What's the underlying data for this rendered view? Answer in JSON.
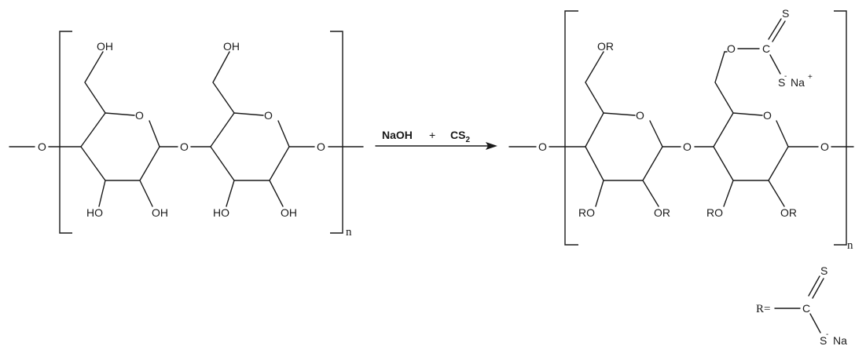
{
  "reactant": {
    "ring_o": "O",
    "glyco_o": "O",
    "ch2oh": "OH",
    "oh_left": "HO",
    "oh_right": "OH",
    "repeat": "n"
  },
  "reagents": {
    "base": "NaOH",
    "plus": "+",
    "cs2_main": "CS",
    "cs2_sub": "2"
  },
  "product": {
    "ring_o": "O",
    "glyco_o": "O",
    "ch2or": "OR",
    "or_left": "RO",
    "or_right": "OR",
    "xan_o": "O",
    "xan_c": "C",
    "xan_s_double": "S",
    "xan_s_single": "S",
    "xan_minus": "-",
    "xan_na": "Na",
    "xan_plus": "+",
    "repeat": "n"
  },
  "legend": {
    "r_label": "R=",
    "c": "C",
    "s_double": "S",
    "s_single": "S",
    "minus": "-",
    "na": "Na"
  }
}
